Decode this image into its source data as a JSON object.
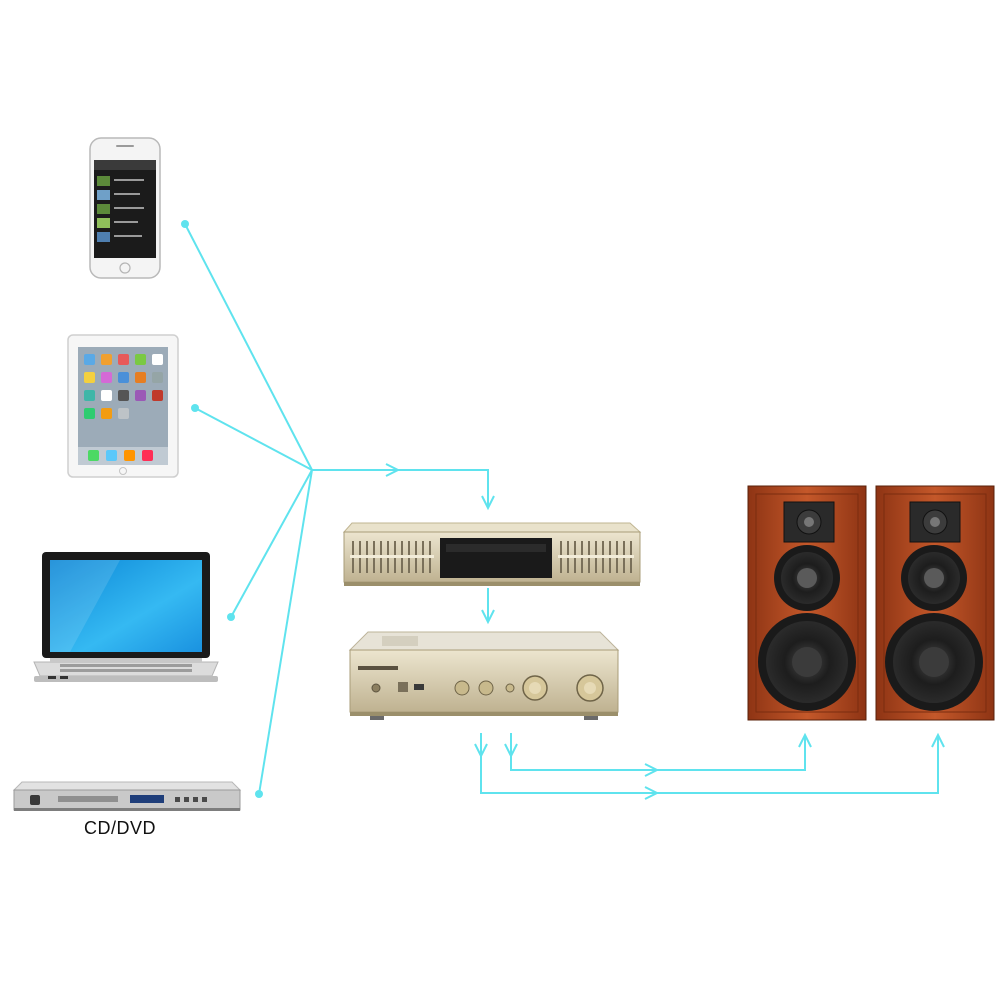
{
  "diagram": {
    "sources": [
      {
        "id": "smartphone",
        "label": ""
      },
      {
        "id": "tablet",
        "label": ""
      },
      {
        "id": "laptop",
        "label": ""
      },
      {
        "id": "cd-dvd-player",
        "label": "CD/DVD"
      }
    ],
    "processors": [
      {
        "id": "equalizer",
        "label": ""
      },
      {
        "id": "amplifier",
        "label": ""
      }
    ],
    "outputs": [
      {
        "id": "left-speaker",
        "label": ""
      },
      {
        "id": "right-speaker",
        "label": ""
      }
    ],
    "connections": [
      {
        "from": "smartphone",
        "to": "equalizer"
      },
      {
        "from": "tablet",
        "to": "equalizer"
      },
      {
        "from": "laptop",
        "to": "equalizer"
      },
      {
        "from": "cd-dvd-player",
        "to": "equalizer"
      },
      {
        "from": "equalizer",
        "to": "amplifier"
      },
      {
        "from": "amplifier",
        "to": "left-speaker"
      },
      {
        "from": "amplifier",
        "to": "right-speaker"
      }
    ],
    "colors": {
      "connector": "#5fe3ee",
      "speaker_wood": "#b54a1c",
      "device_gold": "#d8cdb0",
      "screen_blue": "#1fa6e6"
    }
  }
}
